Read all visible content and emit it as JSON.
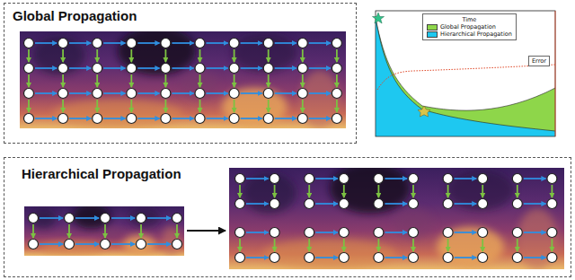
{
  "diagram": {
    "nodes": [
      {
        "text": [
          "Global Propagation"
        ]
      },
      {
        "text": [
          "Hierarchical Propagation"
        ]
      }
    ],
    "labels": [
      "Time",
      "Error"
    ],
    "legend": [
      {
        "text": "Global Propagation",
        "color": "#8ed64a"
      },
      {
        "text": "Hierarchical Propagation",
        "color": "#1ec8f0"
      }
    ]
  }
}
